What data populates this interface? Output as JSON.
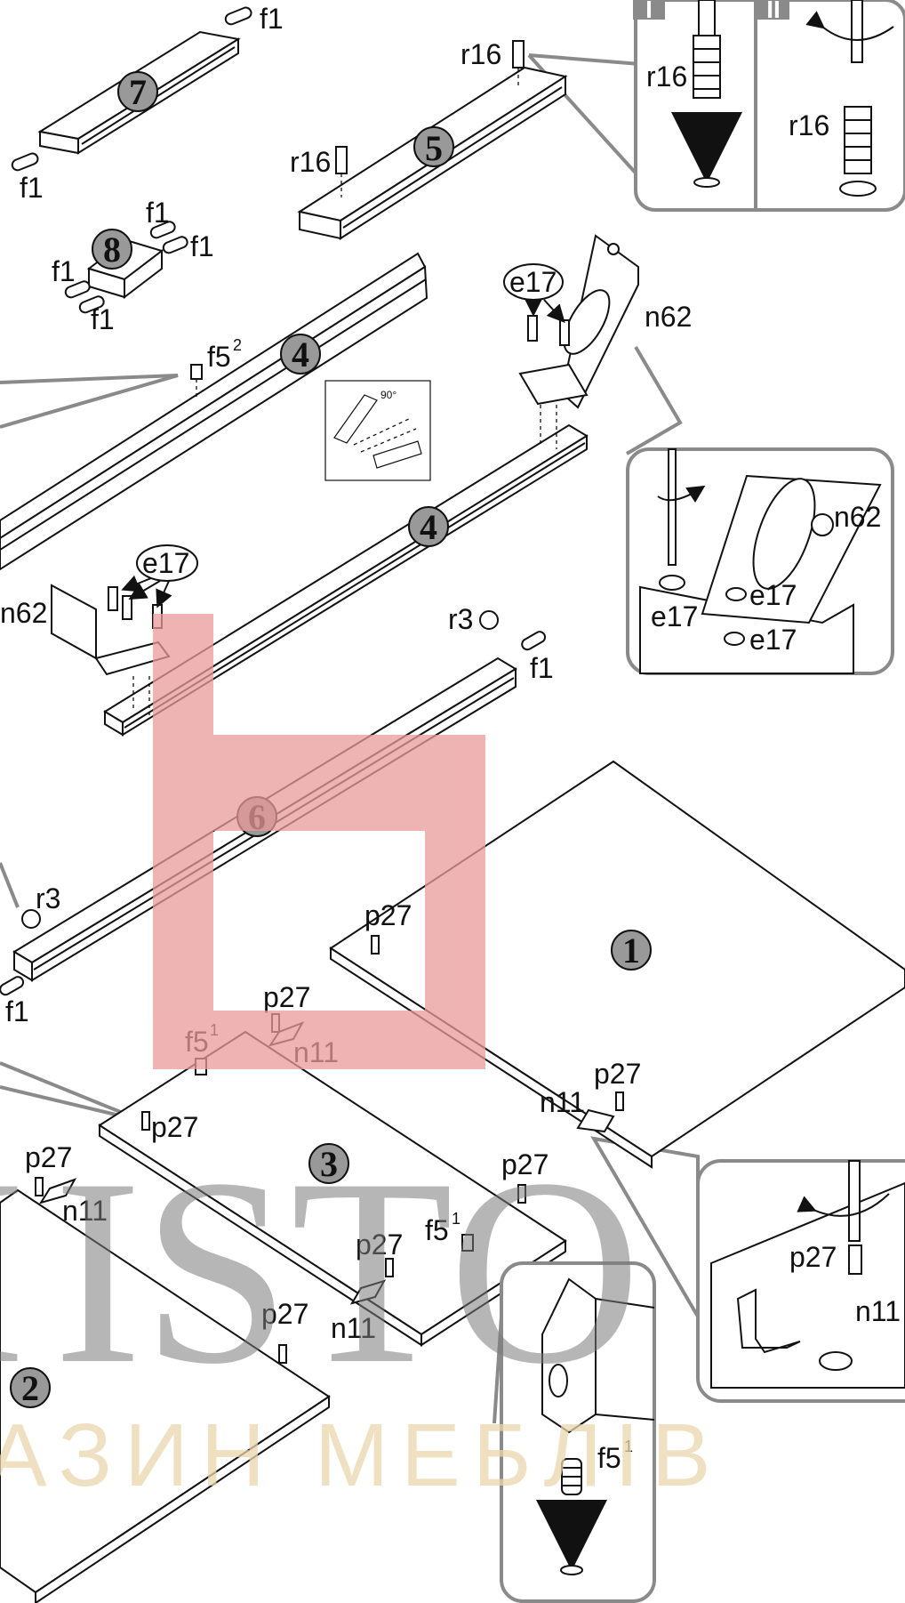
{
  "part_numbers": {
    "p7": "7",
    "p5": "5",
    "p8": "8",
    "p4a": "4",
    "p4b": "4",
    "p6": "6",
    "p1": "1",
    "p3": "3",
    "p2": "2"
  },
  "fittings": {
    "f1": "f1",
    "r16": "r16",
    "e17": "e17",
    "n62": "n62",
    "f5": "f5",
    "sup_1": "1",
    "sup_2": "2",
    "r3": "r3",
    "p27": "p27",
    "n11": "n11"
  },
  "steps": {
    "one": "I",
    "two": "II"
  },
  "angle_hint": "90°",
  "watermark": {
    "logo_color": "#e99a9a",
    "brand_letters": "ISTO",
    "brand_left_fragment": "I",
    "tagline": "АЗИН  МЕБЛІВ"
  }
}
